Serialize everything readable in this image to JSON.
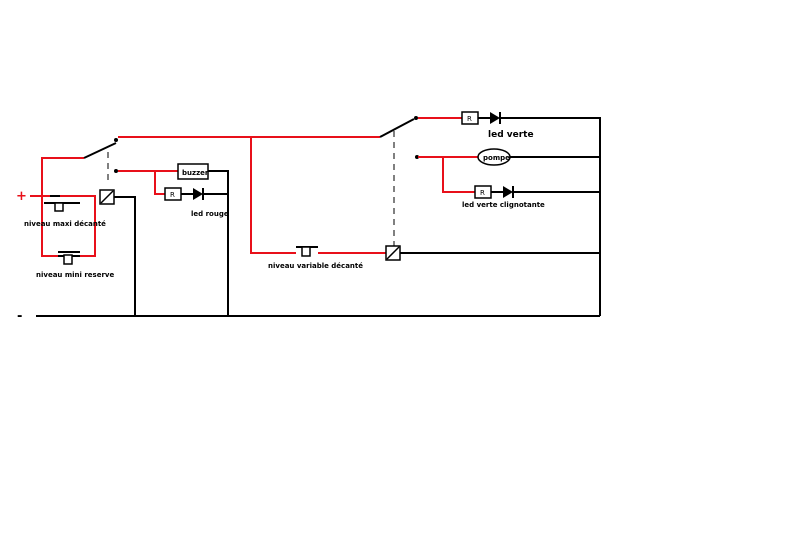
{
  "diagram": {
    "supply": {
      "plus": "+",
      "minus": "-"
    },
    "labels": {
      "niveau_maxi": "niveau maxi décanté",
      "niveau_mini": "niveau mini reserve",
      "buzzer": "buzzer",
      "led_rouge": "led rouge",
      "niveau_variable": "niveau variable décanté",
      "led_verte": "led verte",
      "pompe": "pompe",
      "led_verte_clignotante": "led verte clignotante",
      "resistor": "R"
    },
    "colors": {
      "live_wire": "#e8101a",
      "return_wire": "#000000"
    }
  }
}
